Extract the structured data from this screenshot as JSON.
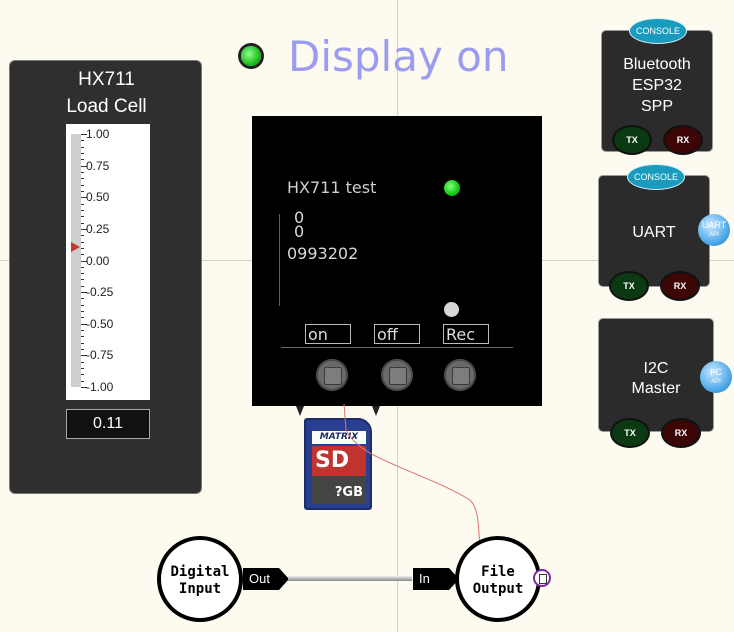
{
  "status": {
    "text": "Display on"
  },
  "load_cell": {
    "title_line1": "HX711",
    "title_line2": "Load Cell",
    "scale_labels": [
      "1.00",
      "0.75",
      "0.50",
      "0.25",
      "0.00",
      "-0.25",
      "-0.50",
      "-0.75",
      "-1.00"
    ],
    "pointer_value": 0.11,
    "readout": "0.11"
  },
  "display": {
    "title": "HX711 test",
    "lines": [
      "0",
      "0",
      "0993202"
    ],
    "buttons": [
      "on",
      "off",
      "Rec"
    ]
  },
  "sd_card": {
    "brand": "MATRIX",
    "logo": "SD",
    "capacity": "?GB"
  },
  "components": {
    "bluetooth": {
      "badge": "CONSOLE",
      "title_lines": [
        "Bluetooth",
        "ESP32",
        "SPP"
      ],
      "tx": "TX",
      "rx": "RX"
    },
    "uart": {
      "badge": "CONSOLE",
      "title": "UART",
      "api_label": "UART",
      "api_sub": "API",
      "tx": "TX",
      "rx": "RX"
    },
    "i2c": {
      "title_lines": [
        "I2C",
        "Master"
      ],
      "api_label": "I²C",
      "api_sub": "API",
      "tx": "TX",
      "rx": "RX"
    }
  },
  "flow": {
    "digital_input": {
      "line1": "Digital",
      "line2": "Input",
      "port": "Out"
    },
    "file_output": {
      "line1": "File",
      "line2": "Output",
      "port": "In"
    }
  }
}
